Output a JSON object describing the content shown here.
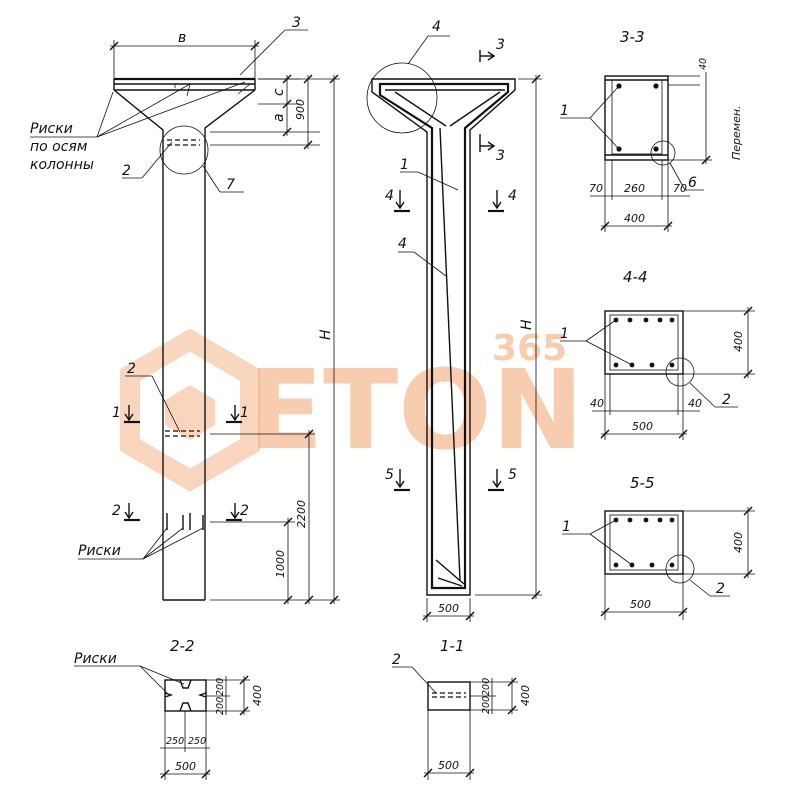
{
  "labels": {
    "b": "в",
    "n3": "3",
    "n4": "4",
    "n2": "2",
    "n7": "7",
    "n1": "1",
    "n6": "6",
    "a": "a",
    "c": "c",
    "H": "H",
    "riski": "Риски",
    "riski_axes_1": "по осям",
    "riski_axes_2": "колонны",
    "peremen": "Перемен."
  },
  "dims": {
    "d900": "900",
    "d2200": "2200",
    "d1000": "1000",
    "d500": "500",
    "d400": "400",
    "d40": "40",
    "d70": "70",
    "d260": "260",
    "d250": "250",
    "d200": "200"
  },
  "sections": {
    "s33": "3-3",
    "s44": "4-4",
    "s55": "5-5",
    "s22": "2-2",
    "s11": "1-1"
  },
  "cuts": {
    "c1": "1",
    "c2": "2",
    "c3": "3",
    "c4": "4",
    "c5": "5"
  },
  "watermark": {
    "brand": "ETON",
    "num": "365",
    "accent_color": "#f2a36e"
  }
}
